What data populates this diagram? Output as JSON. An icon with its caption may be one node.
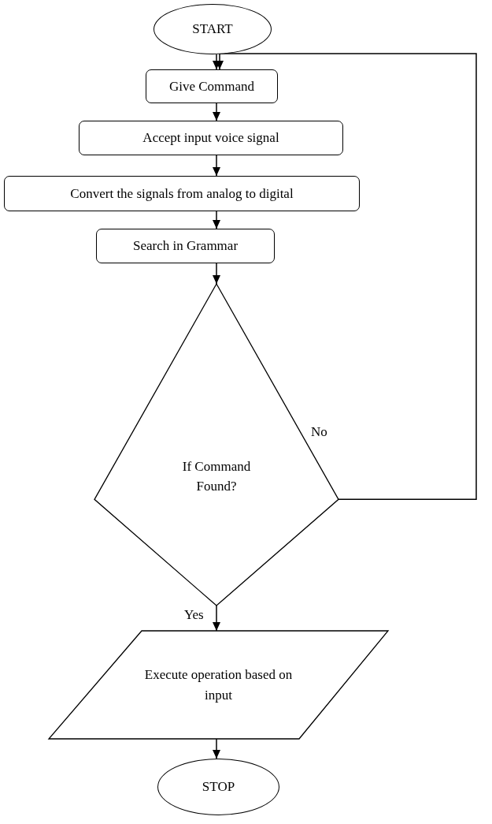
{
  "diagram": {
    "nodes": [
      {
        "text": [
          "START"
        ]
      },
      {
        "text": [
          "Give Command"
        ]
      },
      {
        "text": [
          "Accept input voice signal"
        ]
      },
      {
        "text": [
          "Convert the signals from analog to digital"
        ]
      },
      {
        "text": [
          "Search in Grammar"
        ]
      },
      {
        "text": [
          "If Command Found?"
        ]
      },
      {
        "text": [
          "Execute operation based on input"
        ]
      },
      {
        "text": [
          "STOP"
        ]
      }
    ],
    "edges": [
      {
        "from": 0,
        "to": 1,
        "arrow": "to"
      },
      {
        "from": 1,
        "to": 2,
        "arrow": "to"
      },
      {
        "from": 2,
        "to": 3,
        "arrow": "to"
      },
      {
        "from": 3,
        "to": 4,
        "arrow": "to"
      },
      {
        "from": 4,
        "to": 5,
        "arrow": "to"
      },
      {
        "from": 5,
        "to": 6,
        "arrow": "to",
        "label": "Yes"
      },
      {
        "from": 6,
        "to": 7,
        "arrow": "to"
      },
      {
        "from": 5,
        "to": 1,
        "arrow": "to",
        "label": "No"
      }
    ]
  }
}
